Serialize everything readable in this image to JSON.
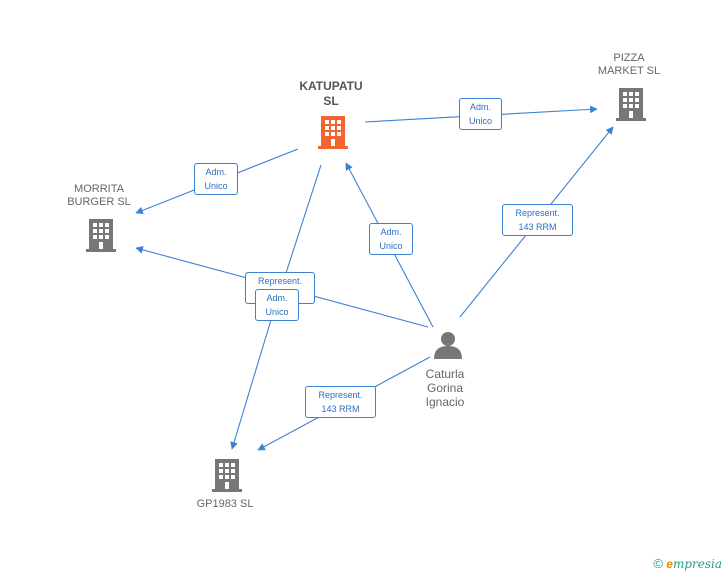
{
  "nodes": {
    "katupatu": {
      "line1": "KATUPATU",
      "line2": "SL",
      "color": "#f26430"
    },
    "pizza": {
      "line1": "PIZZA",
      "line2": "MARKET  SL",
      "color": "#777777"
    },
    "morrita": {
      "line1": "MORRITA",
      "line2": "BURGER  SL",
      "color": "#777777"
    },
    "gp1983": {
      "line1": "GP1983  SL",
      "color": "#777777"
    },
    "caturla": {
      "line1": "Caturla",
      "line2": "Gorina",
      "line3": "Ignacio",
      "color": "#777777"
    }
  },
  "edge_labels": {
    "kat_pizza": {
      "line1": "Adm.",
      "line2": "Unico"
    },
    "kat_morrita": {
      "line1": "Adm.",
      "line2": "Unico"
    },
    "cat_kat": {
      "line1": "Adm.",
      "line2": "Unico"
    },
    "cat_pizza": {
      "line1": "Represent.",
      "line2": "143 RRM"
    },
    "cat_morrita": {
      "line1": "Represent.",
      "line2": "143 RRM"
    },
    "kat_gp": {
      "line1": "Adm.",
      "line2": "Unico"
    },
    "cat_gp": {
      "line1": "Represent.",
      "line2": "143 RRM"
    }
  },
  "colors": {
    "edge": "#3b82d0",
    "highlight": "#f26430",
    "node": "#777777"
  },
  "brand": {
    "copyright": "©",
    "initial": "e",
    "name": "mpresia"
  }
}
